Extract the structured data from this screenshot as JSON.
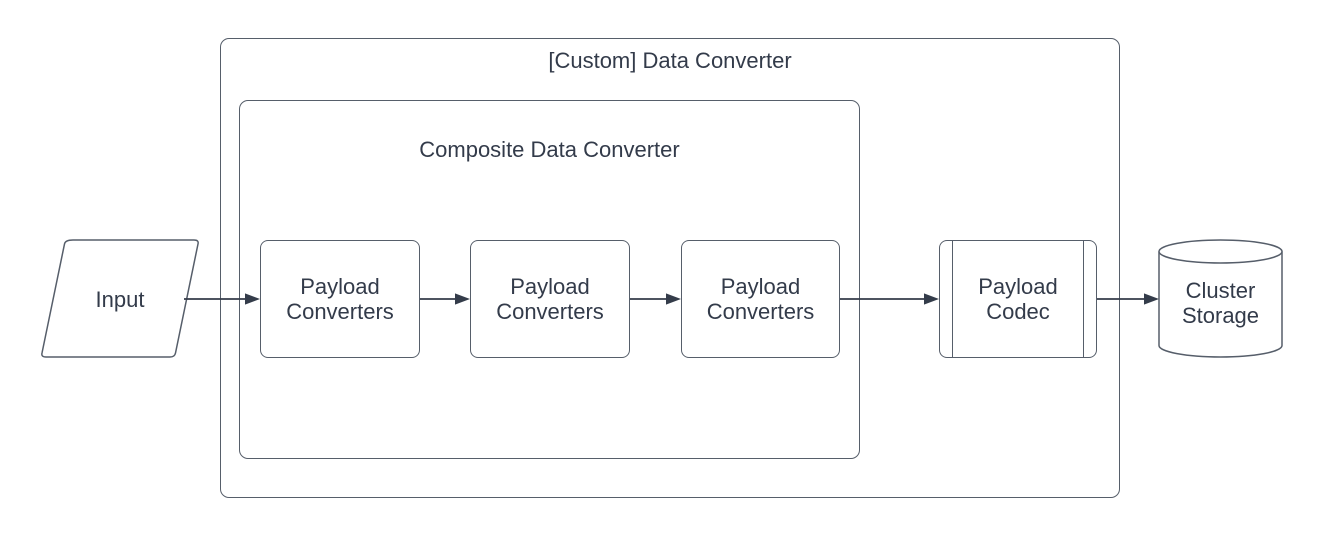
{
  "diagram": {
    "groups": {
      "outer": {
        "id": "custom-data-converter",
        "label": "[Custom] Data Converter"
      },
      "composite": {
        "id": "composite-data-converter",
        "label": "Composite Data Converter"
      }
    },
    "nodes": {
      "input": {
        "label": "Input",
        "shape": "parallelogram"
      },
      "payload_converters_1": {
        "label": "Payload Converters",
        "shape": "rounded-rect"
      },
      "payload_converters_2": {
        "label": "Payload Converters",
        "shape": "rounded-rect"
      },
      "payload_converters_3": {
        "label": "Payload Converters",
        "shape": "rounded-rect"
      },
      "payload_codec": {
        "label": "Payload Codec",
        "shape": "predefined-process"
      },
      "cluster_storage": {
        "label": "Cluster Storage",
        "shape": "cylinder"
      }
    },
    "edges": [
      {
        "from": "input",
        "to": "payload_converters_1"
      },
      {
        "from": "payload_converters_1",
        "to": "payload_converters_2"
      },
      {
        "from": "payload_converters_2",
        "to": "payload_converters_3"
      },
      {
        "from": "payload_converters_3",
        "to": "payload_codec"
      },
      {
        "from": "payload_codec",
        "to": "cluster_storage"
      }
    ],
    "colors": {
      "background": "#ffffff",
      "node_border": "#565e6a",
      "arrow": "#343c4a",
      "text": "#333b4a",
      "node_fill": "#ffffff"
    }
  }
}
